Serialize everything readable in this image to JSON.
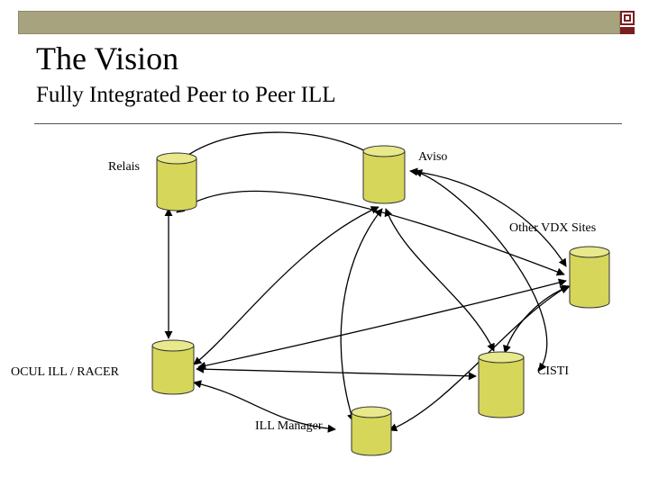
{
  "slide": {
    "title": "The Vision",
    "subtitle": "Fully Integrated Peer to Peer ILL"
  },
  "colors": {
    "header_bar": "#a7a37e",
    "accent": "#7a1f1f",
    "node_fill": "#d6d65a",
    "node_top": "#e8e88c",
    "node_stroke": "#333333"
  },
  "nodes": {
    "relais": {
      "label": "Relais"
    },
    "aviso": {
      "label": "Aviso"
    },
    "other_vdx": {
      "label": "Other VDX Sites"
    },
    "ocul": {
      "label": "OCUL ILL / RACER"
    },
    "cisti": {
      "label": "CISTI"
    },
    "ill_manager": {
      "label": "ILL Manager"
    }
  }
}
